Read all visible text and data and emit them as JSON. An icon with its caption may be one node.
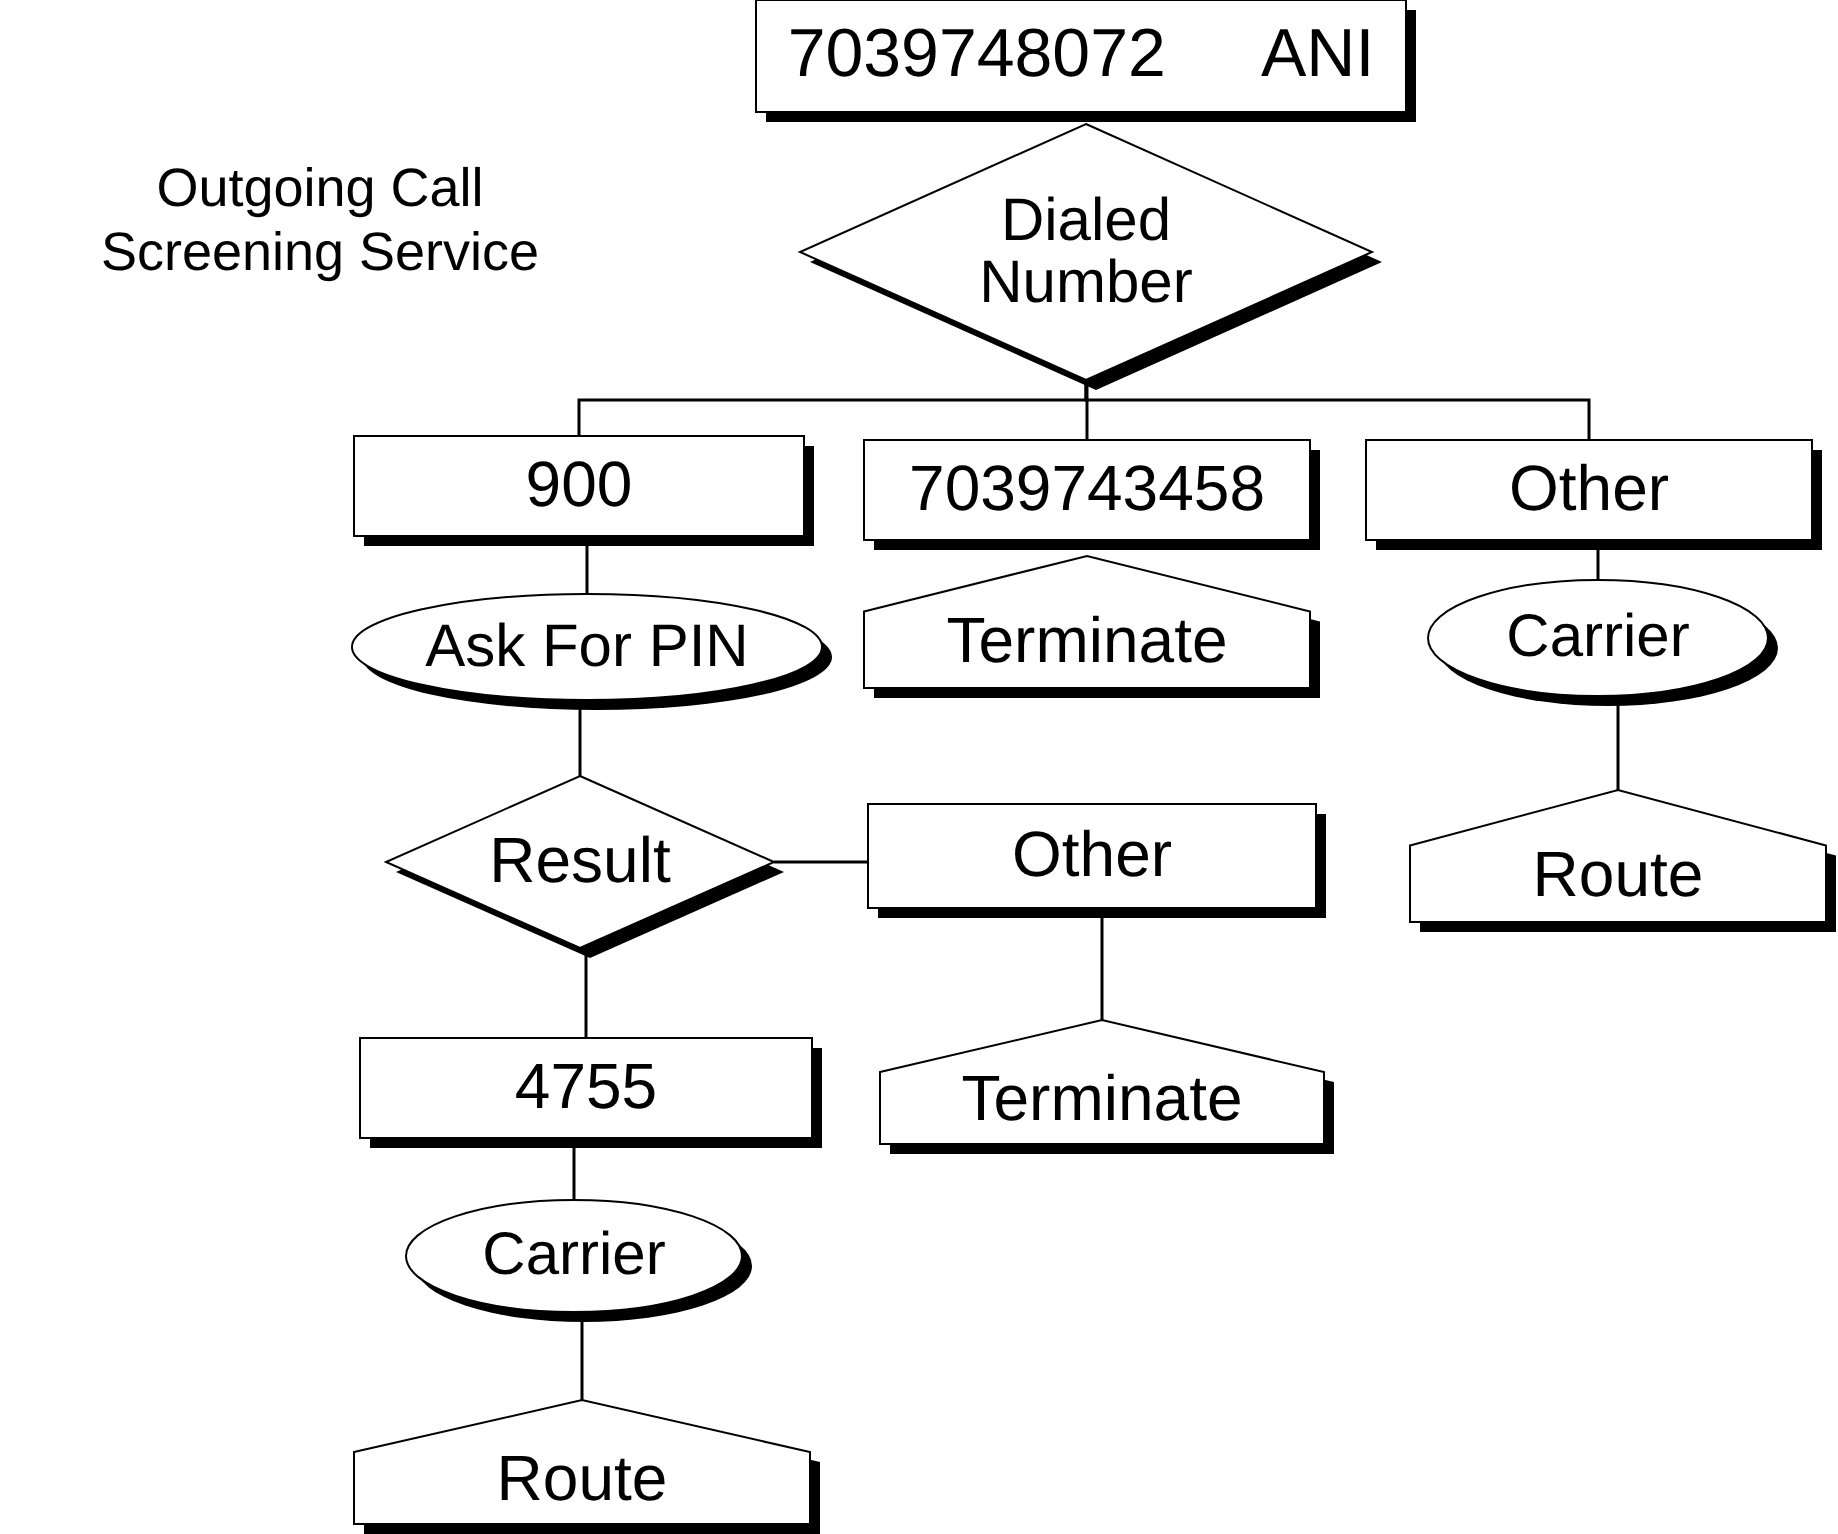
{
  "diagram": {
    "nodes": [
      {
        "text": [
          "7039748072",
          "ANI"
        ]
      },
      {
        "text": [
          "Dialed Number"
        ]
      },
      {
        "text": [
          "900"
        ]
      },
      {
        "text": [
          "7039743458"
        ]
      },
      {
        "text": [
          "Other"
        ]
      },
      {
        "text": [
          "Ask For PIN"
        ]
      },
      {
        "text": [
          "Terminate"
        ]
      },
      {
        "text": [
          "Carrier"
        ]
      },
      {
        "text": [
          "Result"
        ]
      },
      {
        "text": [
          "Other"
        ]
      },
      {
        "text": [
          "Route"
        ]
      },
      {
        "text": [
          "4755"
        ]
      },
      {
        "text": [
          "Terminate"
        ]
      },
      {
        "text": [
          "Carrier"
        ]
      },
      {
        "text": [
          "Route"
        ]
      }
    ],
    "edges": [
      {
        "from": 1,
        "to": 2,
        "arrow": "none"
      },
      {
        "from": 1,
        "to": 3,
        "arrow": "none"
      },
      {
        "from": 1,
        "to": 4,
        "arrow": "none"
      },
      {
        "from": 2,
        "to": 5,
        "arrow": "none"
      },
      {
        "from": 4,
        "to": 7,
        "arrow": "none"
      },
      {
        "from": 5,
        "to": 8,
        "arrow": "none"
      },
      {
        "from": 8,
        "to": 9,
        "arrow": "none"
      },
      {
        "from": 7,
        "to": 10,
        "arrow": "none"
      },
      {
        "from": 8,
        "to": 11,
        "arrow": "none"
      },
      {
        "from": 9,
        "to": 12,
        "arrow": "none"
      },
      {
        "from": 11,
        "to": 13,
        "arrow": "none"
      },
      {
        "from": 13,
        "to": 14,
        "arrow": "none"
      }
    ],
    "title": "Outgoing Call Screening Service"
  }
}
